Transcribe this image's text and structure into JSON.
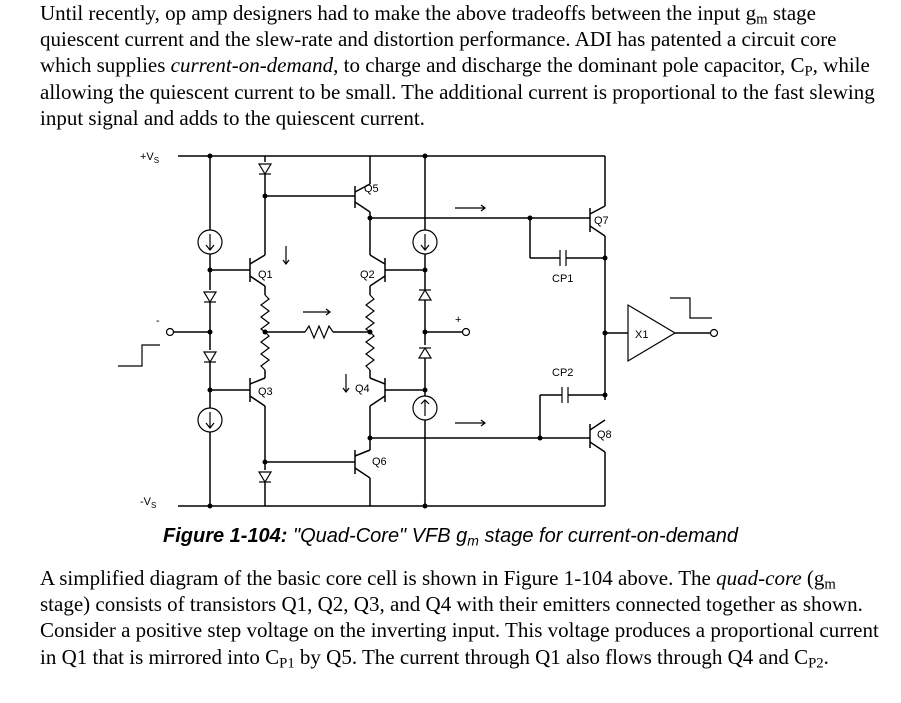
{
  "para1": {
    "s1": "Until recently, op amp designers had to make the above tradeoffs between the input g",
    "s1_sub": "m",
    "s2": " stage quiescent current and the slew-rate and distortion performance. ADI has patented a circuit core which supplies ",
    "s2_italic": "current-on-demand",
    "s3": ", to charge and discharge the dominant pole capacitor, C",
    "s3_sub": "P",
    "s4": ", while allowing the quiescent current to be small. The additional current is proportional to the fast slewing input signal and adds to the quiescent current."
  },
  "caption": {
    "label": "Figure 1-104:",
    "text_a": " \"Quad-Core\" VFB g",
    "text_sub": "m",
    "text_b": " stage for current-on-demand"
  },
  "para2": {
    "s1": "A simplified diagram of the basic core cell is shown in Figure 1-104 above. The ",
    "s1_italic": "quad-core",
    "s2": " (g",
    "s2_sub": "m",
    "s3": " stage) consists of transistors Q1, Q2, Q3, and Q4 with their emitters connected together as shown. Consider a positive step voltage on the inverting input. This voltage produces a proportional current in Q1 that is mirrored into C",
    "s3_sub": "P1",
    "s4": " by Q5. The current through Q1 also flows through Q4 and C",
    "s4_sub": "P2",
    "s5": "."
  },
  "circuit": {
    "vplus": "+V",
    "vplus_sub": "S",
    "vminus": "-V",
    "vminus_sub": "S",
    "q1": "Q1",
    "q2": "Q2",
    "q3": "Q3",
    "q4": "Q4",
    "q5": "Q5",
    "q6": "Q6",
    "q7": "Q7",
    "q8": "Q8",
    "cp1": "CP1",
    "cp2": "CP2",
    "x1": "X1",
    "minus": "-",
    "plus": "+"
  }
}
